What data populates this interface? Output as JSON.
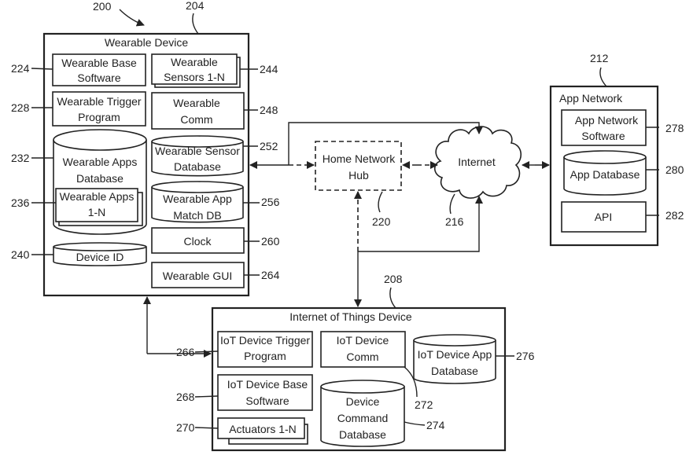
{
  "figure_ref": "200",
  "wearable": {
    "ref": "204",
    "title": "Wearable Device",
    "base_software": {
      "ref": "224",
      "line1": "Wearable Base",
      "line2": "Software"
    },
    "sensors": {
      "ref": "244",
      "line1": "Wearable",
      "line2": "Sensors 1-N"
    },
    "trigger": {
      "ref": "228",
      "line1": "Wearable Trigger",
      "line2": "Program"
    },
    "comm": {
      "ref": "248",
      "line1": "Wearable",
      "line2": "Comm"
    },
    "apps_db": {
      "ref": "232",
      "line1": "Wearable Apps",
      "line2": "Database"
    },
    "apps": {
      "ref": "236",
      "line1": "Wearable Apps",
      "line2": "1-N"
    },
    "sensor_db": {
      "ref": "252",
      "line1": "Wearable Sensor",
      "line2": "Database"
    },
    "match_db": {
      "ref": "256",
      "line1": "Wearable App",
      "line2": "Match DB"
    },
    "clock": {
      "ref": "260",
      "label": "Clock"
    },
    "device_id": {
      "ref": "240",
      "label": "Device ID"
    },
    "gui": {
      "ref": "264",
      "label": "Wearable GUI"
    }
  },
  "hub": {
    "ref": "220",
    "line1": "Home Network",
    "line2": "Hub"
  },
  "internet": {
    "ref": "216",
    "label": "Internet"
  },
  "app_network": {
    "ref": "212",
    "title": "App Network",
    "software": {
      "ref": "278",
      "line1": "App Network",
      "line2": "Software"
    },
    "database": {
      "ref": "280",
      "label": "App Database"
    },
    "api": {
      "ref": "282",
      "label": "API"
    }
  },
  "iot": {
    "ref": "208",
    "title": "Internet of Things Device",
    "trigger": {
      "ref": "266",
      "line1": "IoT Device Trigger",
      "line2": "Program"
    },
    "comm": {
      "ref": "272",
      "line1": "IoT Device",
      "line2": "Comm"
    },
    "app_db": {
      "ref": "276",
      "line1": "IoT Device App",
      "line2": "Database"
    },
    "base_software": {
      "ref": "268",
      "line1": "IoT Device Base",
      "line2": "Software"
    },
    "command_db": {
      "ref": "274",
      "line1": "Device",
      "line2": "Command",
      "line3": "Database"
    },
    "actuators": {
      "ref": "270",
      "label": "Actuators 1-N"
    }
  }
}
